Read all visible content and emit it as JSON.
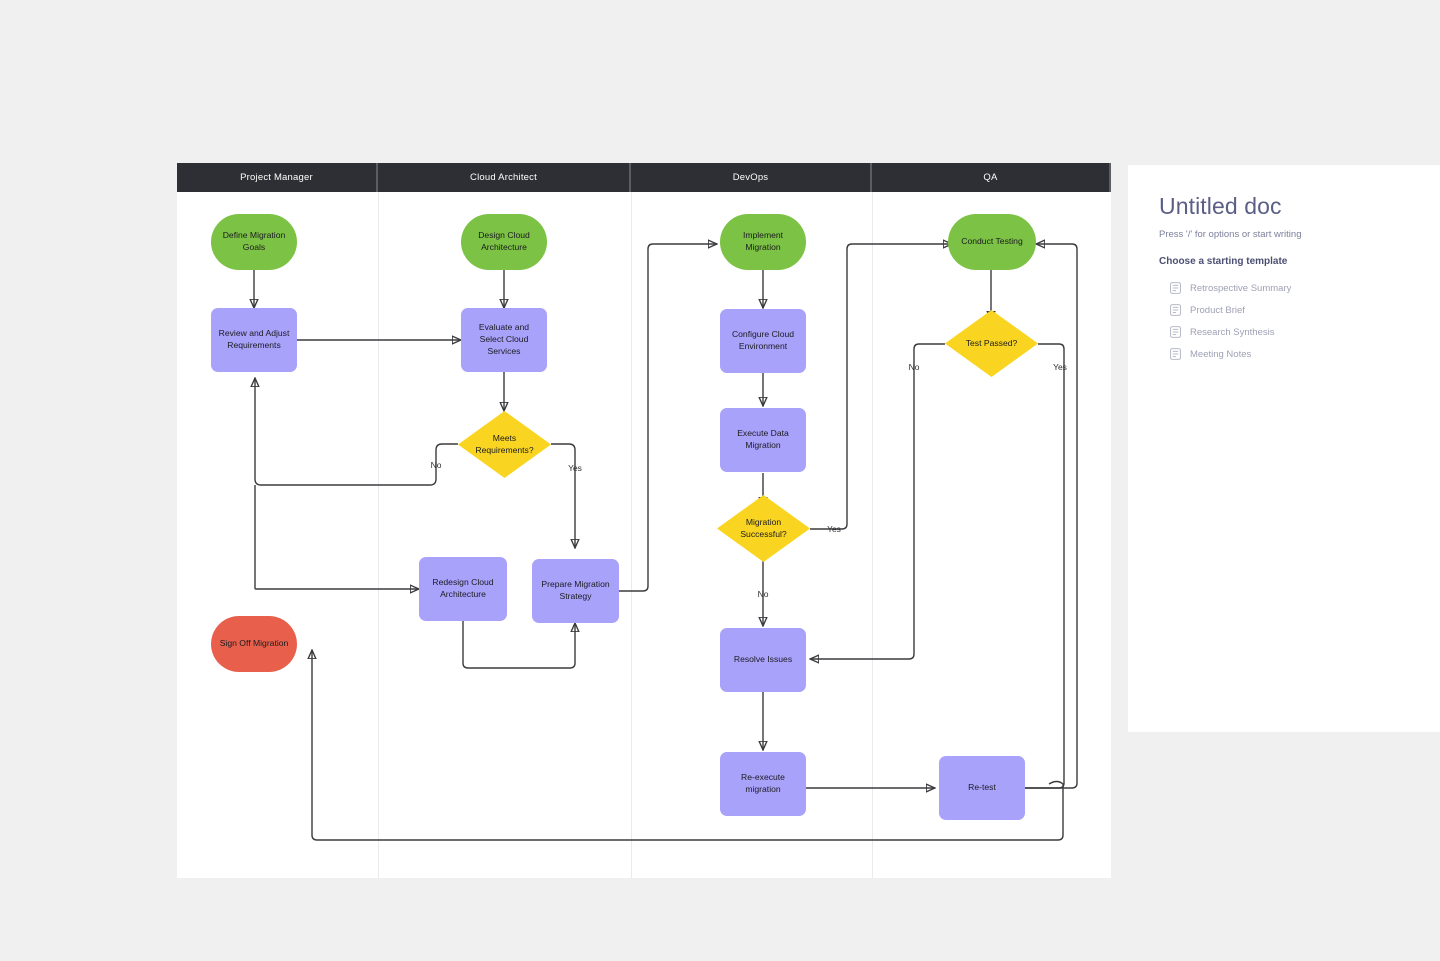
{
  "canvas": {
    "lanes": [
      {
        "name": "Project Manager"
      },
      {
        "name": "Cloud Architect"
      },
      {
        "name": "DevOps"
      },
      {
        "name": "QA"
      }
    ]
  },
  "nodes": {
    "define_goals": "Define Migration Goals",
    "review_adjust": "Review and Adjust Requirements",
    "sign_off": "Sign Off Migration",
    "design_arch": "Design Cloud Architecture",
    "evaluate_services": "Evaluate and Select Cloud Services",
    "meets_req": "Meets Requirements?",
    "redesign_arch": "Redesign Cloud Architecture",
    "prepare_strategy": "Prepare Migration Strategy",
    "implement_migration": "Implement Migration",
    "configure_env": "Configure Cloud Environment",
    "execute_data": "Execute Data Migration",
    "migration_success": "Migration Successful?",
    "resolve_issues": "Resolve Issues",
    "reexecute": "Re-execute migration",
    "conduct_testing": "Conduct Testing",
    "test_passed": "Test Passed?",
    "retest": "Re-test"
  },
  "edge_labels": {
    "meets_no": "No",
    "meets_yes": "Yes",
    "migration_yes": "Yes",
    "migration_no": "No",
    "test_no": "No",
    "test_yes": "Yes"
  },
  "doc_panel": {
    "title": "Untitled doc",
    "hint": "Press '/' for options or start writing",
    "subheading": "Choose a starting template",
    "templates": [
      {
        "label": "Retrospective Summary",
        "icon": "document-icon"
      },
      {
        "label": "Product Brief",
        "icon": "document-icon"
      },
      {
        "label": "Research Synthesis",
        "icon": "document-icon"
      },
      {
        "label": "Meeting Notes",
        "icon": "document-icon"
      }
    ]
  },
  "colors": {
    "terminator": "#7cc244",
    "process": "#a9a2fb",
    "decision": "#f9d521",
    "end": "#e8604c",
    "lane_header": "#2d2f34",
    "edge": "#3b3b3f"
  }
}
